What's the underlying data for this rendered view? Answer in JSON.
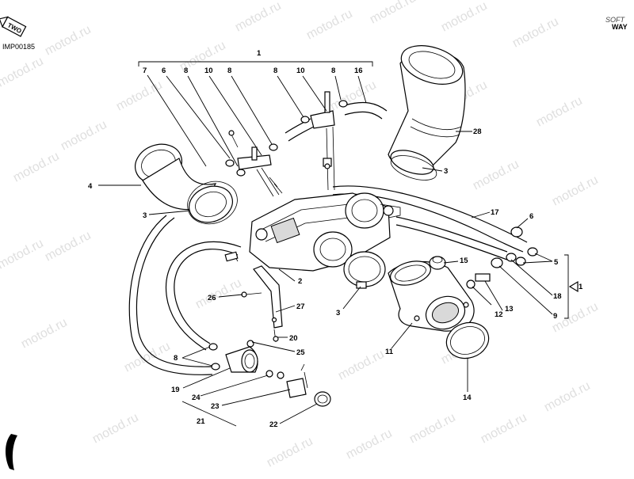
{
  "header": {
    "code": "IMP00185",
    "badge": "TWO",
    "brand_top": "SOFT",
    "brand_bottom": "WAY"
  },
  "watermark": "motod.ru",
  "callouts": {
    "c1": "1",
    "c2": "2",
    "c3": "3",
    "c4": "4",
    "c5": "5",
    "c6": "6",
    "c7": "7",
    "c8": "8",
    "c9": "9",
    "c10": "10",
    "c11": "11",
    "c12": "12",
    "c13": "13",
    "c14": "14",
    "c15": "15",
    "c16": "16",
    "c17": "17",
    "c18": "18",
    "c19": "19",
    "c20": "20",
    "c21": "21",
    "c22": "22",
    "c23": "23",
    "c24": "24",
    "c25": "25",
    "c26": "26",
    "c27": "27",
    "c28": "28"
  },
  "kit_marker": "1"
}
